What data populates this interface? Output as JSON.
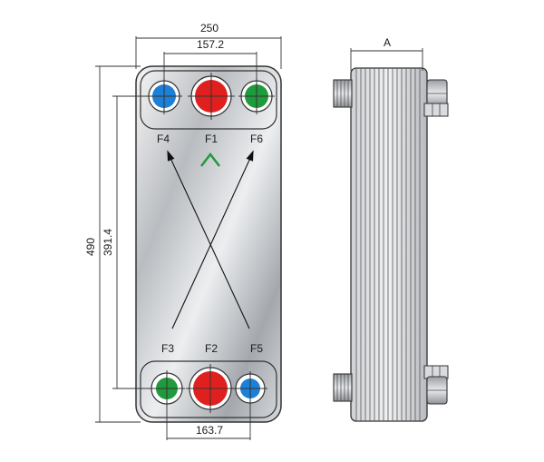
{
  "dimensions": {
    "overall_width": "250",
    "top_port_spacing": "157.2",
    "bottom_port_spacing": "163.7",
    "overall_height": "490",
    "port_vertical_spacing": "391.4",
    "stack_depth": "A"
  },
  "ports": {
    "top_left": "F4",
    "top_center": "F1",
    "top_right": "F6",
    "bottom_left": "F3",
    "bottom_center": "F2",
    "bottom_right": "F5"
  },
  "colors": {
    "blue": "#1e7fd6",
    "red": "#e0201f",
    "green": "#1f9a3c",
    "arrow_green": "#1f9a3c",
    "plate_light": "#eef0f2",
    "plate_dark": "#8a8e93",
    "outline": "#333333"
  }
}
